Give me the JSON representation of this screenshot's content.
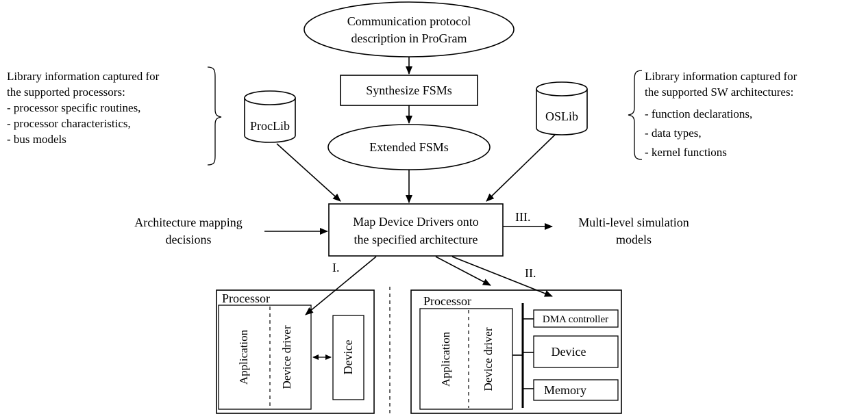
{
  "nodes": {
    "protocol": {
      "line1": "Communication protocol",
      "line2": "description in ProGram"
    },
    "synthesize": "Synthesize FSMs",
    "extended": "Extended FSMs",
    "proclib": "ProcLib",
    "oslib": "OSLib",
    "map": {
      "line1": "Map Device Drivers onto",
      "line2": "the specified architecture"
    },
    "arch_mapping": {
      "line1": "Architecture mapping",
      "line2": "decisions"
    },
    "multilevel": {
      "line1": "Multi-level simulation",
      "line2": "models"
    }
  },
  "left_note": [
    "Library information captured for",
    "the supported processors:",
    "- processor specific routines,",
    "- processor characteristics,",
    "- bus models"
  ],
  "right_note": [
    "Library information captured for",
    "the supported SW architectures:",
    "- function declarations,",
    "- data types,",
    "- kernel functions"
  ],
  "labels": {
    "i": "I.",
    "ii": "II.",
    "iii": "III."
  },
  "left_processor": {
    "title": "Processor",
    "application": "Application",
    "device_driver": "Device driver",
    "device": "Device"
  },
  "right_processor": {
    "title": "Processor",
    "application": "Application",
    "device_driver": "Device driver",
    "dma": "DMA controller",
    "device": "Device",
    "memory": "Memory"
  },
  "colors": {
    "box_fill": "#b3b3b3",
    "processor_fill": "#7a7a7a",
    "white": "#ffffff",
    "line": "#000000"
  }
}
